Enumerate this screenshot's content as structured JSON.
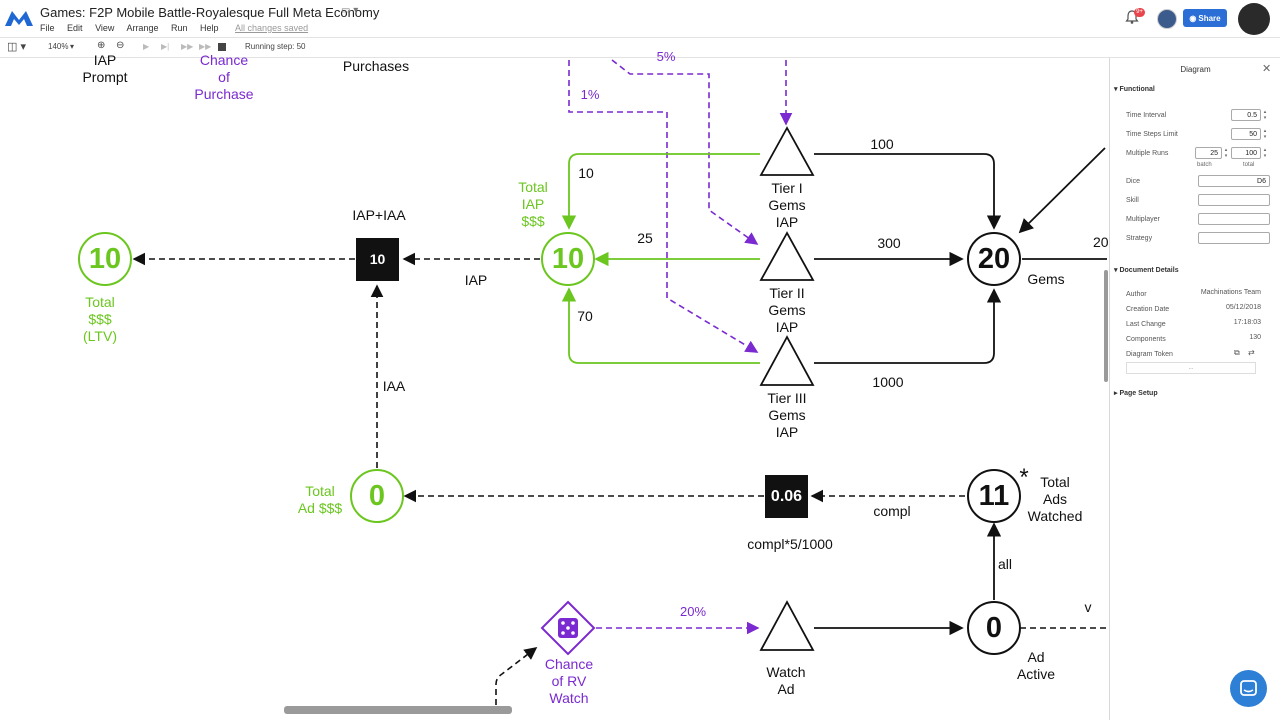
{
  "header": {
    "title": "Games: F2P Mobile Battle-Royalesque Full Meta Economy",
    "menu": [
      "File",
      "Edit",
      "View",
      "Arrange",
      "Run",
      "Help"
    ],
    "saved_status": "All changes saved",
    "notification_count": "9+",
    "share_label": "Share"
  },
  "toolbar": {
    "zoom": "140%",
    "running_step": "Running step: 50"
  },
  "diagram": {
    "labels": {
      "iap_prompt": "IAP\nPrompt",
      "chance_purchase": "Chance\nof\nPurchase",
      "purchases": "Purchases",
      "pct_1": "1%",
      "pct_top": "5%",
      "total_iap": "Total\nIAP\n$$$",
      "edge_10": "10",
      "edge_25": "25",
      "edge_70": "70",
      "tier1": "Tier I\nGems\nIAP",
      "tier2": "Tier II\nGems\nIAP",
      "tier3": "Tier III\nGems\nIAP",
      "edge_100": "100",
      "edge_300": "300",
      "edge_1000": "1000",
      "gems": "Gems",
      "edge_20_cut": "20",
      "iap_iaa": "IAP+IAA",
      "iap": "IAP",
      "iaa": "IAA",
      "total_ltv": "Total\n$$$\n(LTV)",
      "total_ad": "Total\nAd $$$",
      "compl": "compl",
      "compl_formula": "compl*5/1000",
      "star": "*",
      "total_ads_watched": "Total\nAds\nWatched",
      "all": "all",
      "pct_20": "20%",
      "chance_rv": "Chance\nof RV\nWatch",
      "watch_ad": "Watch\nAd",
      "ad_active": "Ad\nActive",
      "v_cut": "v"
    },
    "nodes": {
      "ltv_value": "10",
      "iap_iaa_value": "10",
      "total_iap_value": "10",
      "gems_value": "20",
      "total_ad_value": "0",
      "ad_rev_value": "0.06",
      "ads_watched_value": "11",
      "ad_active_value": "0"
    }
  },
  "panel": {
    "title": "Diagram",
    "functional_section": "Functional",
    "time_interval_label": "Time Interval",
    "time_interval_value": "0.5",
    "time_steps_label": "Time Steps Limit",
    "time_steps_value": "50",
    "multiple_runs_label": "Multiple Runs",
    "batch_value": "25",
    "total_value": "100",
    "batch_label": "batch",
    "total_label": "total",
    "dice_label": "Dice",
    "dice_value": "D6",
    "skill_label": "Skill",
    "multiplayer_label": "Multiplayer",
    "strategy_label": "Strategy",
    "doc_section": "Document Details",
    "author_label": "Author",
    "author_value": "Machinations Team",
    "creation_label": "Creation Date",
    "creation_value": "05/12/2018",
    "last_change_label": "Last Change",
    "last_change_value": "17:18:03",
    "components_label": "Components",
    "components_value": "130",
    "token_label": "Diagram Token",
    "token_value": "...",
    "page_setup_section": "Page Setup"
  },
  "colors": {
    "green": "#6bc61f",
    "purple": "#7a2ad0",
    "share_blue": "#2b6fd6"
  }
}
